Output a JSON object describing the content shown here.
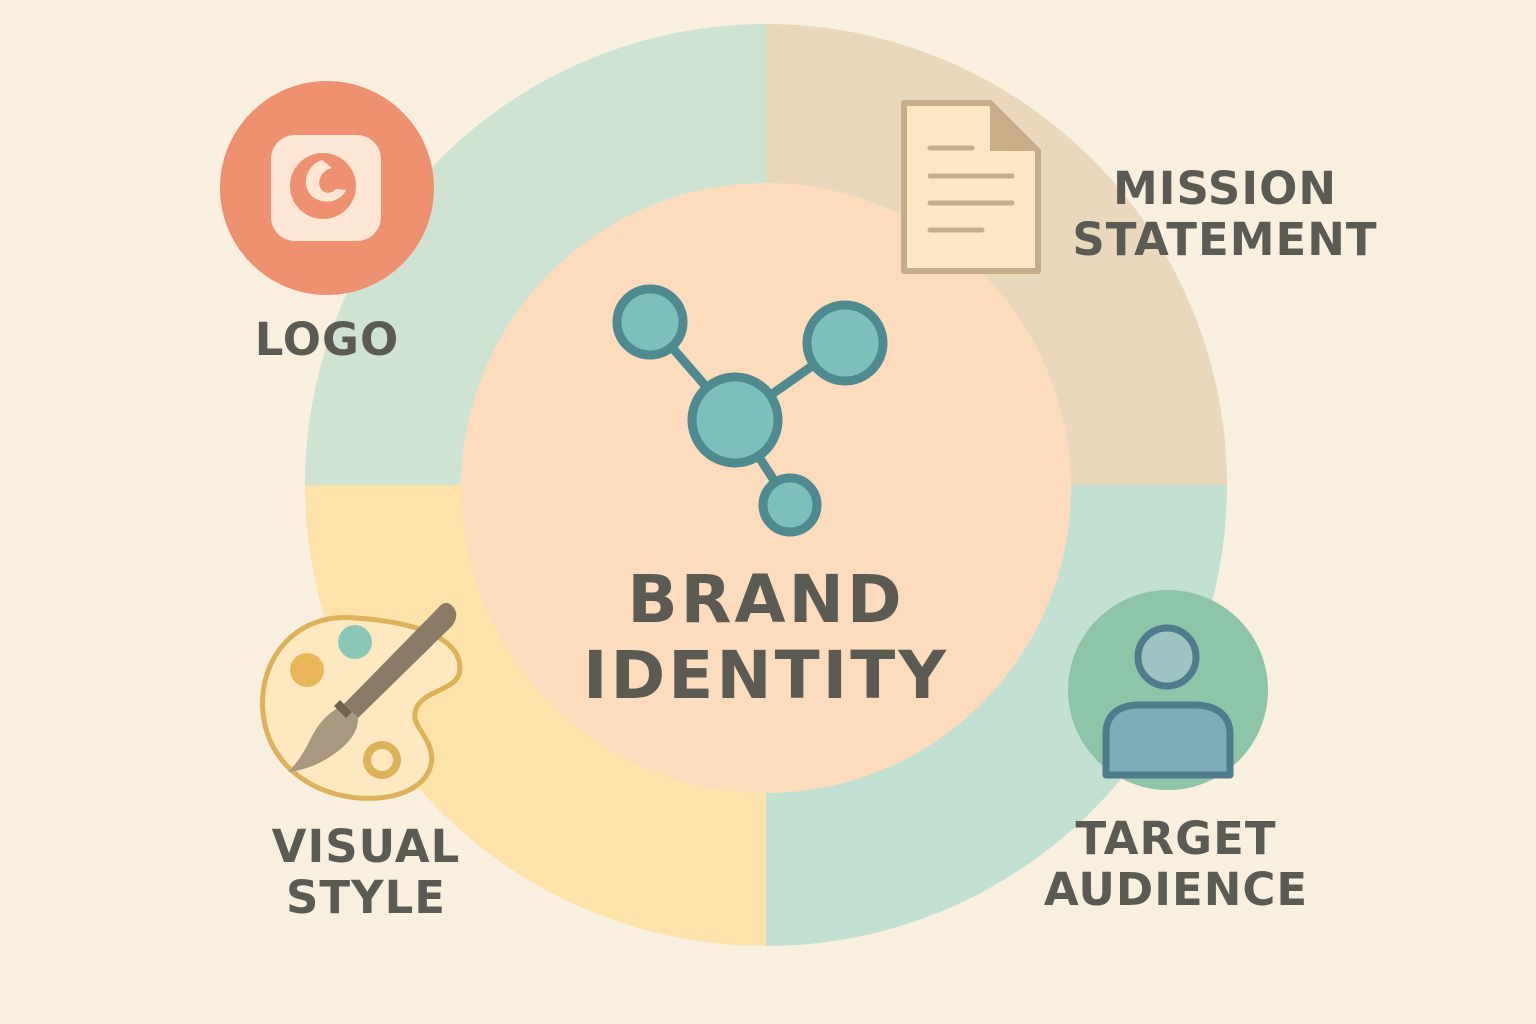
{
  "center": {
    "title_line1": "BRAND",
    "title_line2": "IDENTITY",
    "icon": "network-nodes-icon"
  },
  "segments": [
    {
      "id": "logo",
      "line1": "LOGO",
      "icon": "logo-badge-icon",
      "color": "#cfe3d3"
    },
    {
      "id": "mission",
      "line1": "MISSION",
      "line2": "STATEMENT",
      "icon": "document-icon",
      "color": "#e9d8bc"
    },
    {
      "id": "visual",
      "line1": "VISUAL",
      "line2": "STYLE",
      "icon": "palette-brush-icon",
      "color": "#fde3a9"
    },
    {
      "id": "audience",
      "line1": "TARGET",
      "line2": "AUDIENCE",
      "icon": "person-icon",
      "color": "#c3e1d3"
    }
  ],
  "colors": {
    "background": "#f8efdf",
    "center_fill": "#fddcbd",
    "node_fill": "#7dbfbb",
    "node_stroke": "#4e8a8f",
    "logo_circle": "#ee9170",
    "text": "#5b5b54"
  }
}
